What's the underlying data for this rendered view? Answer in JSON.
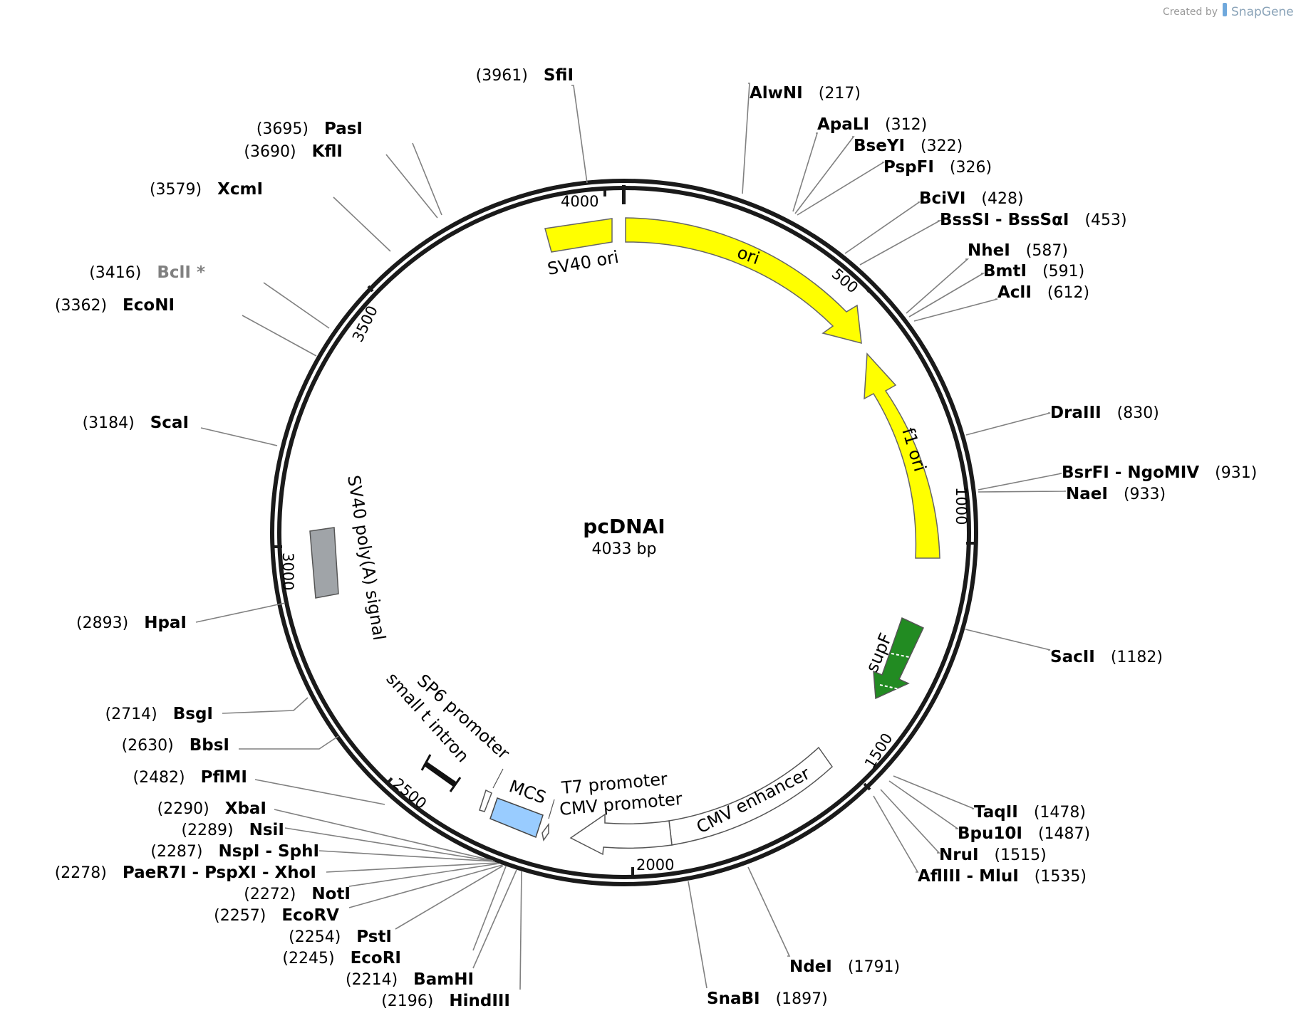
{
  "credit": {
    "prefix": "Created by",
    "brand": "SnapGene"
  },
  "plasmid": {
    "name": "pcDNAI",
    "length_label": "4033 bp",
    "length": 4033
  },
  "ticks": [
    {
      "bp": 500,
      "label": "500"
    },
    {
      "bp": 1000,
      "label": "1000"
    },
    {
      "bp": 1500,
      "label": "1500"
    },
    {
      "bp": 2000,
      "label": "2000"
    },
    {
      "bp": 2500,
      "label": "2500"
    },
    {
      "bp": 3000,
      "label": "3000"
    },
    {
      "bp": 3500,
      "label": "3500"
    },
    {
      "bp": 4000,
      "label": "4000"
    }
  ],
  "features": [
    {
      "id": "sv40-ori",
      "name": "SV40 ori",
      "color": "#ffff00"
    },
    {
      "id": "ori",
      "name": "ori",
      "color": "#ffff00"
    },
    {
      "id": "f1-ori",
      "name": "f1 ori",
      "color": "#ffff00"
    },
    {
      "id": "supf",
      "name": "supF",
      "color": "#228b22"
    },
    {
      "id": "cmv-enhancer",
      "name": "CMV enhancer",
      "color": "#ffffff"
    },
    {
      "id": "cmv-promoter",
      "name": "CMV promoter",
      "color": "#ffffff"
    },
    {
      "id": "t7-promoter",
      "name": "T7 promoter",
      "color": "#ffffff"
    },
    {
      "id": "mcs",
      "name": "MCS",
      "color": "#99ccff"
    },
    {
      "id": "sp6-promoter",
      "name": "SP6 promoter",
      "color": "#ffffff"
    },
    {
      "id": "small-t-intron",
      "name": "small t intron",
      "color": "#000000"
    },
    {
      "id": "sv40-polya",
      "name": "SV40 poly(A) signal",
      "color": "#a0a4a8"
    }
  ],
  "sites": [
    {
      "name": "SfiI",
      "pos": "(3961)"
    },
    {
      "name": "AlwNI",
      "pos": "(217)"
    },
    {
      "name": "ApaLI",
      "pos": "(312)"
    },
    {
      "name": "BseYI",
      "pos": "(322)"
    },
    {
      "name": "PspFI",
      "pos": "(326)"
    },
    {
      "name": "BciVI",
      "pos": "(428)"
    },
    {
      "name": "BssSI - BssSαI",
      "pos": "(453)"
    },
    {
      "name": "NheI",
      "pos": "(587)"
    },
    {
      "name": "BmtI",
      "pos": "(591)"
    },
    {
      "name": "AclI",
      "pos": "(612)"
    },
    {
      "name": "DraIII",
      "pos": "(830)"
    },
    {
      "name": "BsrFI - NgoMIV",
      "pos": "(931)"
    },
    {
      "name": "NaeI",
      "pos": "(933)"
    },
    {
      "name": "SacII",
      "pos": "(1182)"
    },
    {
      "name": "TaqII",
      "pos": "(1478)"
    },
    {
      "name": "Bpu10I",
      "pos": "(1487)"
    },
    {
      "name": "NruI",
      "pos": "(1515)"
    },
    {
      "name": "AflIII - MluI",
      "pos": "(1535)"
    },
    {
      "name": "NdeI",
      "pos": "(1791)"
    },
    {
      "name": "SnaBI",
      "pos": "(1897)"
    },
    {
      "name": "HindIII",
      "pos": "(2196)"
    },
    {
      "name": "BamHI",
      "pos": "(2214)"
    },
    {
      "name": "EcoRI",
      "pos": "(2245)"
    },
    {
      "name": "PstI",
      "pos": "(2254)"
    },
    {
      "name": "EcoRV",
      "pos": "(2257)"
    },
    {
      "name": "NotI",
      "pos": "(2272)"
    },
    {
      "name": "PaeR7I - PspXI - XhoI",
      "pos": "(2278)"
    },
    {
      "name": "NspI - SphI",
      "pos": "(2287)"
    },
    {
      "name": "NsiI",
      "pos": "(2289)"
    },
    {
      "name": "XbaI",
      "pos": "(2290)"
    },
    {
      "name": "PflMI",
      "pos": "(2482)"
    },
    {
      "name": "BbsI",
      "pos": "(2630)"
    },
    {
      "name": "BsgI",
      "pos": "(2714)"
    },
    {
      "name": "HpaI",
      "pos": "(2893)"
    },
    {
      "name": "ScaI",
      "pos": "(3184)"
    },
    {
      "name": "EcoNI",
      "pos": "(3362)"
    },
    {
      "name": "BclI *",
      "pos": "(3416)",
      "dimmed": true
    },
    {
      "name": "XcmI",
      "pos": "(3579)"
    },
    {
      "name": "KflI",
      "pos": "(3690)"
    },
    {
      "name": "PasI",
      "pos": "(3695)"
    }
  ]
}
